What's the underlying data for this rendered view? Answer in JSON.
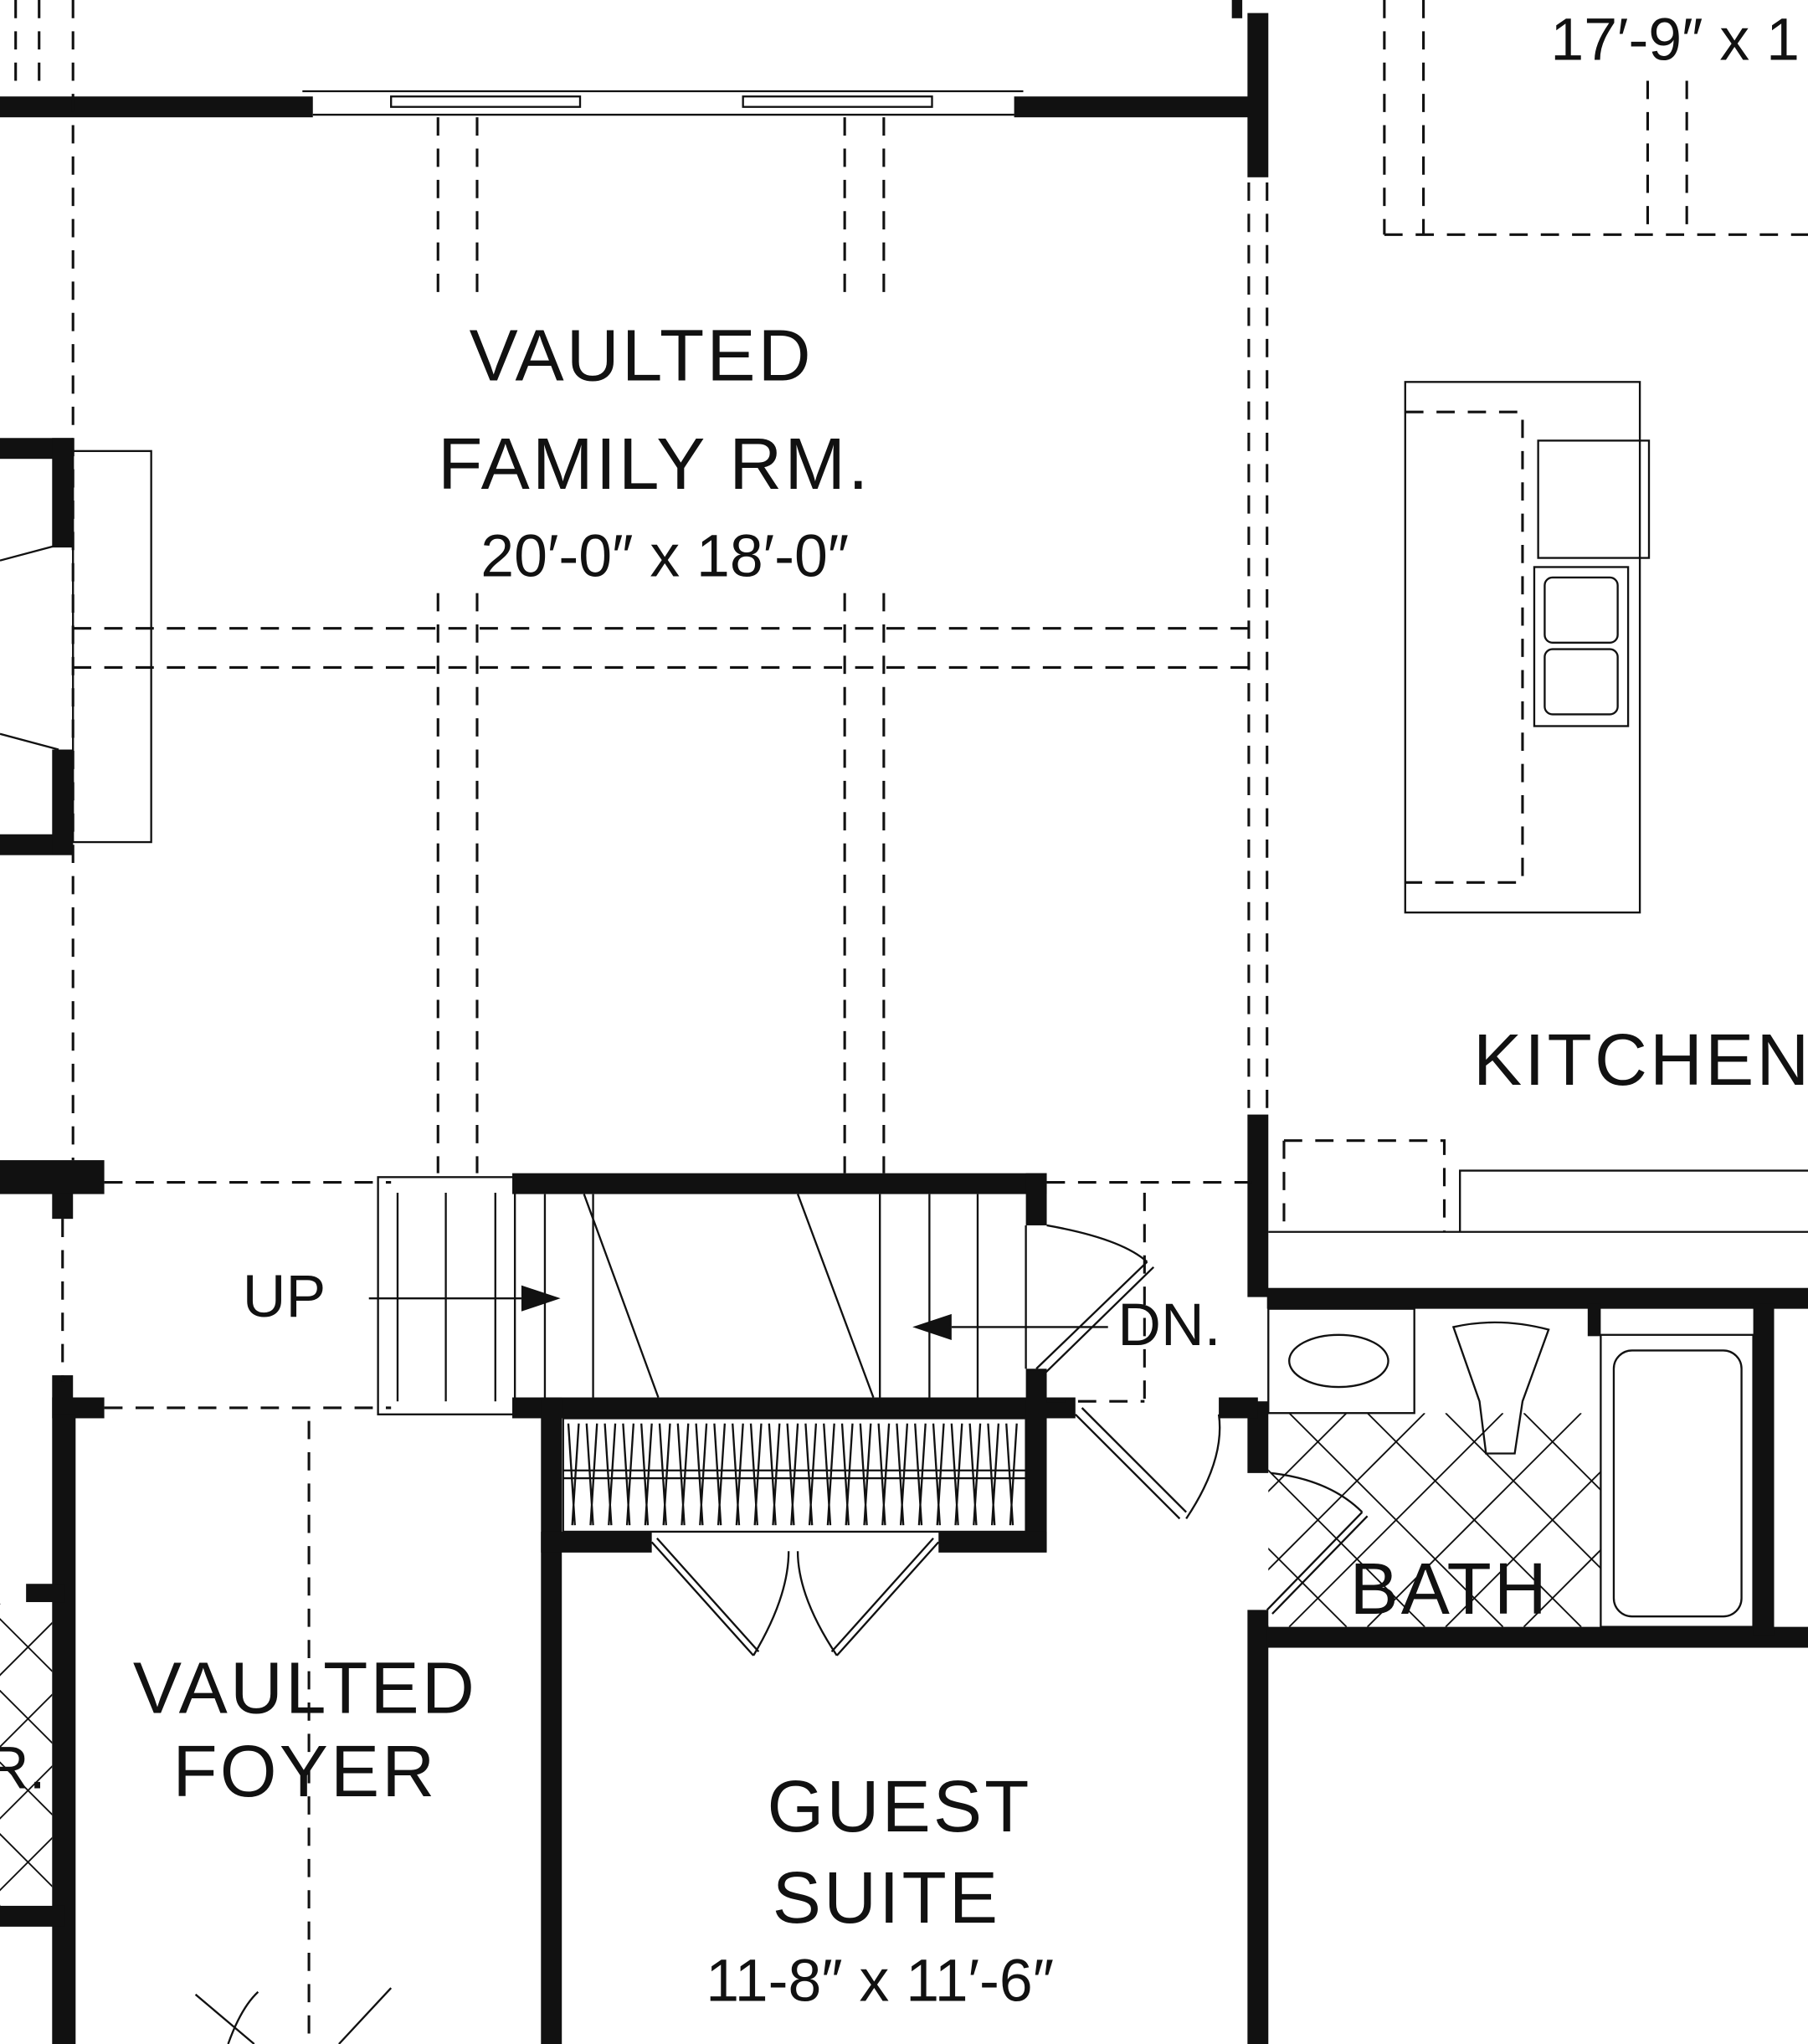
{
  "rooms": {
    "family": {
      "line1": "VAULTED",
      "line2": "FAMILY RM.",
      "size": "20′-0″ x 18′-0″"
    },
    "kitchen": {
      "name": "KITCHEN"
    },
    "top_right_room": {
      "size": "17′-9″ x 1"
    },
    "foyer": {
      "line1": "VAULTED",
      "line2": "FOYER"
    },
    "guest": {
      "line1": "GUEST",
      "line2": "SUITE",
      "size": "11-8″ x 11′-6″"
    },
    "bath": {
      "name": "BATH"
    },
    "left_partial": {
      "text": "R."
    }
  },
  "stairs": {
    "up": "UP",
    "down": "DN."
  },
  "colors": {
    "wall": "#111111",
    "background": "#ffffff"
  }
}
